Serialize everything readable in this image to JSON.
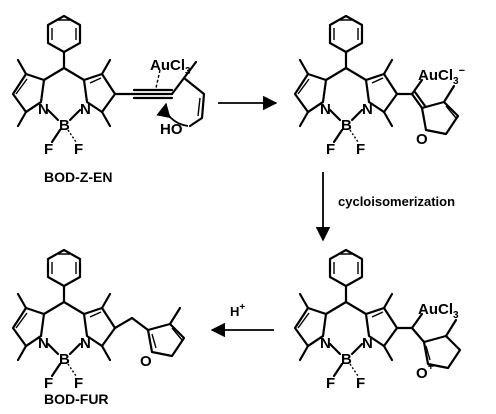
{
  "labels": {
    "start_compound": "BOD-Z-EN",
    "product_compound": "BOD-FUR",
    "cycloisomerization": "cycloisomerization",
    "acid": "H",
    "acid_charge": "+"
  },
  "atoms": {
    "au_reagent": "AuCl",
    "sub3": "3",
    "minus": "−",
    "N": "N",
    "B": "B",
    "F": "F",
    "HO": "HO",
    "O": "O",
    "plus": "+"
  }
}
